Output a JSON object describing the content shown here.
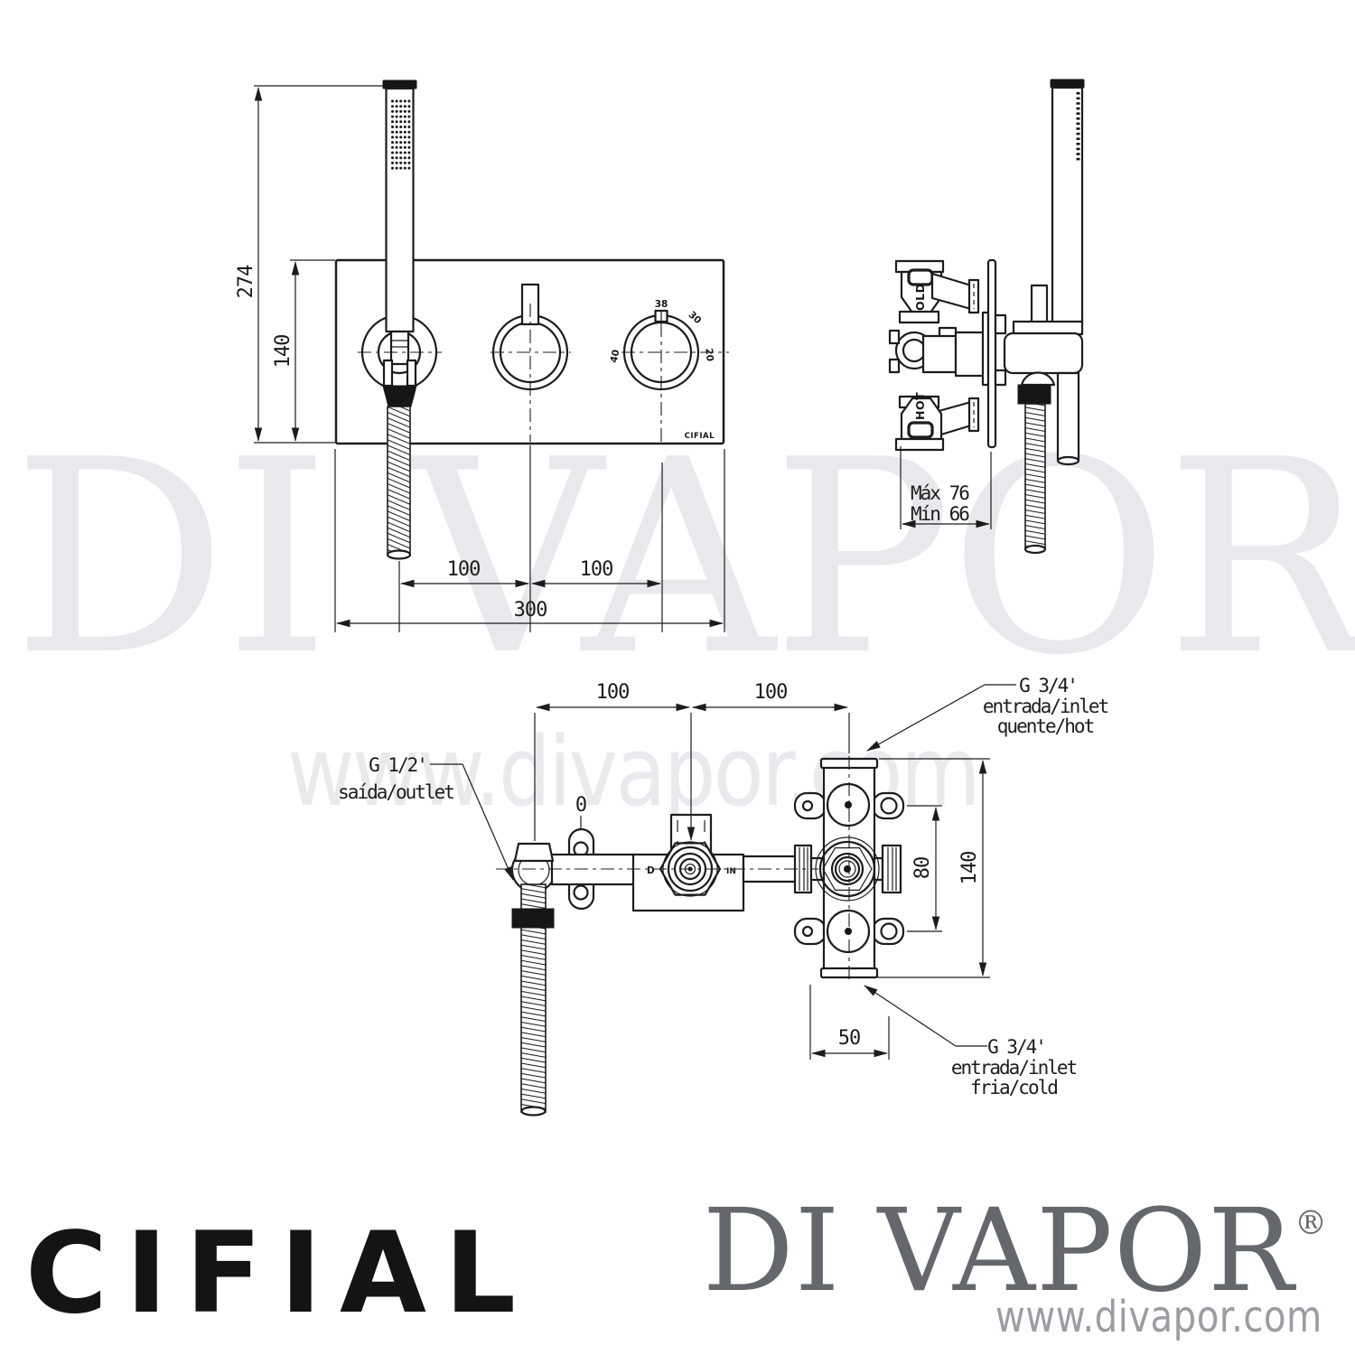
{
  "watermark": {
    "brand": "DI VAPOR",
    "registered": "®",
    "url": "www.divapor.com"
  },
  "footer": {
    "cifial_logo": "CIFIAL",
    "divapor_logo": "DI VAPOR",
    "registered": "®",
    "divapor_url": "www.divapor.com"
  },
  "front_view": {
    "dim_overall_height": "274",
    "dim_plate_height": "140",
    "dim_left_spacing": "100",
    "dim_right_spacing": "100",
    "dim_plate_width": "300",
    "plate_logo": "CIFIAL",
    "temp_top": "38",
    "temp_upper_right": "30",
    "temp_right": "20",
    "temp_left": "40"
  },
  "side_view": {
    "label_cold": "OLD",
    "label_hot": "HOT",
    "dim_max": "Máx 76",
    "dim_min": "Mín 66"
  },
  "bottom_view": {
    "dim_left_spacing": "100",
    "dim_right_spacing": "100",
    "zero_marker": "0",
    "dim_ports": "80",
    "dim_body": "140",
    "dim_screws": "50",
    "port_d": "D",
    "port_in": "IN",
    "outlet_label_1": "G 1/2'",
    "outlet_label_2": "saída/outlet",
    "hot_label_1": "G 3/4'",
    "hot_label_2": "entrada/inlet",
    "hot_label_3": "quente/hot",
    "cold_label_1": "G 3/4'",
    "cold_label_2": "entrada/inlet",
    "cold_label_3": "fria/cold"
  },
  "colors": {
    "line": "#1c1c1c",
    "watermark": "#e9e9ed",
    "logo_gray": "#64676c",
    "url_gray": "#9a9da2"
  }
}
